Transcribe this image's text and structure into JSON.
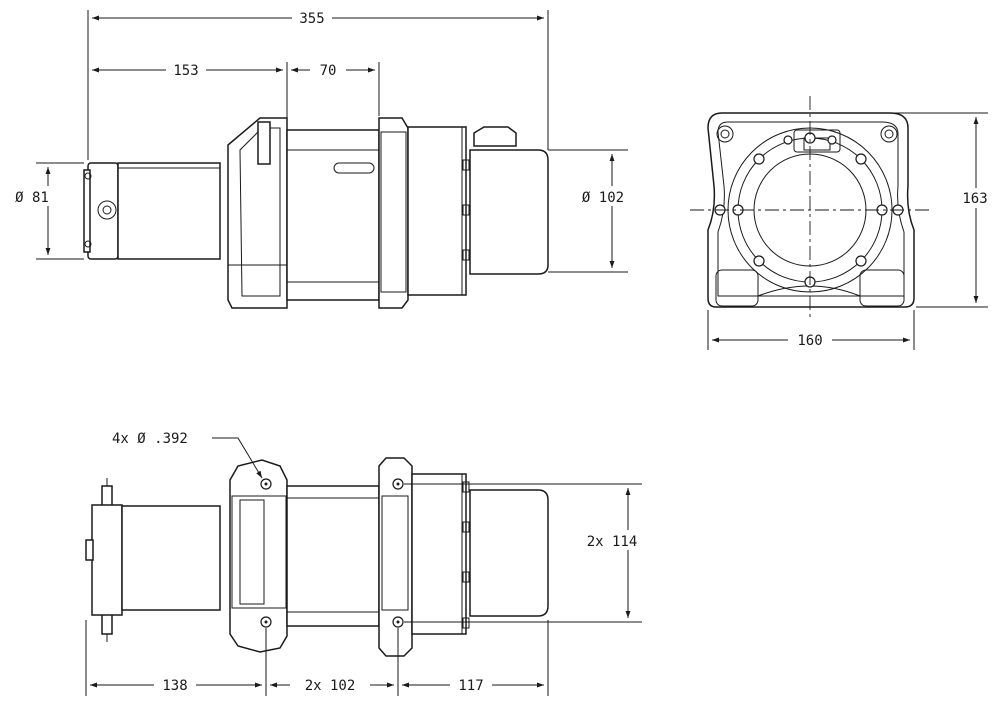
{
  "dimensions": {
    "overall_length": "355",
    "motor_length": "153",
    "drum_length": "70",
    "motor_diameter": "Ø 81",
    "housing_diameter": "Ø 102",
    "end_height": "163",
    "end_width": "160",
    "mount_holes": "4x  Ø .392",
    "mount_spacing_vertical": "2x  114",
    "base_left": "138",
    "base_spacing": "2x  102",
    "base_right": "117"
  }
}
